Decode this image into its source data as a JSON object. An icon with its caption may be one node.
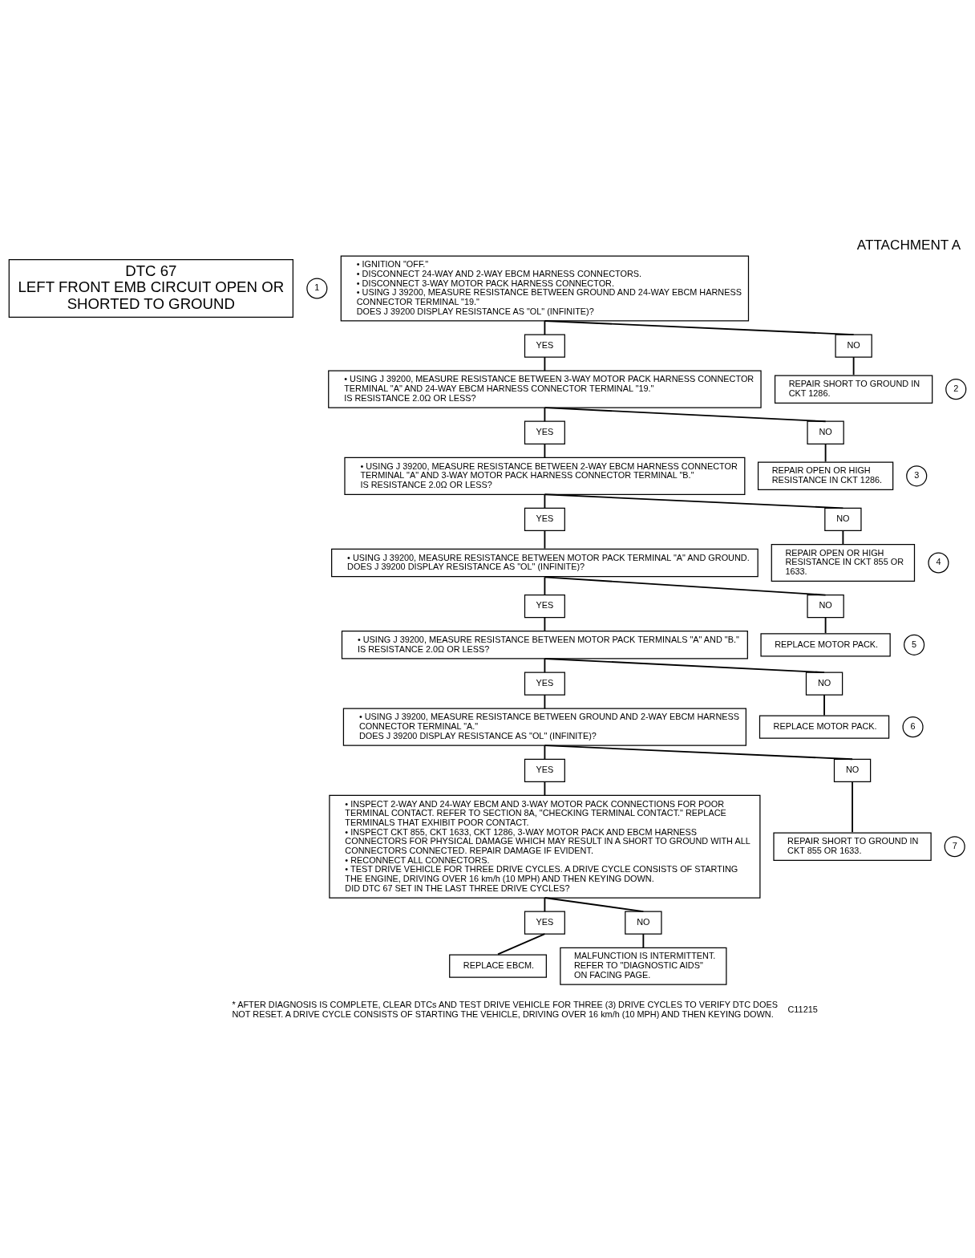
{
  "diagram": {
    "title": "ATTACHMENT A",
    "nodes": [
      {
        "text": [
          "DTC 67",
          "LEFT FRONT EMB CIRCUIT OPEN OR SHORTED TO GROUND"
        ]
      },
      {
        "text": [
          "1"
        ]
      },
      {
        "text": [
          "• IGNITION \"OFF.\"",
          "• DISCONNECT 24-WAY AND 2-WAY EBCM HARNESS CONNECTORS.",
          "• DISCONNECT 3-WAY MOTOR PACK HARNESS CONNECTOR.",
          "• USING J 39200, MEASURE RESISTANCE BETWEEN GROUND AND 24-WAY EBCM HARNESS CONNECTOR TERMINAL \"19.\"",
          "DOES J 39200 DISPLAY RESISTANCE AS \"OL\" (INFINITE)?"
        ]
      },
      {
        "text": [
          "YES"
        ]
      },
      {
        "text": [
          "NO"
        ]
      },
      {
        "text": [
          "2"
        ]
      },
      {
        "text": [
          "• USING J 39200, MEASURE RESISTANCE BETWEEN 3-WAY MOTOR PACK HARNESS CONNECTOR TERMINAL \"A\" AND 24-WAY EBCM HARNESS CONNECTOR TERMINAL \"19.\"",
          "IS RESISTANCE 2.0Ω OR LESS?"
        ]
      },
      {
        "text": [
          "REPAIR SHORT TO GROUND IN CKT 1286."
        ]
      },
      {
        "text": [
          "YES"
        ]
      },
      {
        "text": [
          "NO"
        ]
      },
      {
        "text": [
          "3"
        ]
      },
      {
        "text": [
          "• USING J 39200, MEASURE RESISTANCE BETWEEN 2-WAY EBCM HARNESS CONNECTOR TERMINAL \"A\" AND 3-WAY MOTOR PACK HARNESS CONNECTOR TERMINAL \"B.\"",
          "IS RESISTANCE 2.0Ω OR LESS?"
        ]
      },
      {
        "text": [
          "REPAIR OPEN OR HIGH RESISTANCE IN CKT 1286."
        ]
      },
      {
        "text": [
          "YES"
        ]
      },
      {
        "text": [
          "NO"
        ]
      },
      {
        "text": [
          "4"
        ]
      },
      {
        "text": [
          "• USING J 39200, MEASURE RESISTANCE BETWEEN MOTOR PACK TERMINAL \"A\" AND GROUND.",
          "DOES J 39200 DISPLAY RESISTANCE AS \"OL\" (INFINITE)?"
        ]
      },
      {
        "text": [
          "REPAIR OPEN OR HIGH RESISTANCE IN CKT 855 OR 1633."
        ]
      },
      {
        "text": [
          "YES"
        ]
      },
      {
        "text": [
          "NO"
        ]
      },
      {
        "text": [
          "5"
        ]
      },
      {
        "text": [
          "• USING J 39200, MEASURE RESISTANCE BETWEEN MOTOR PACK TERMINALS \"A\" AND \"B.\"",
          "IS RESISTANCE 2.0Ω OR LESS?"
        ]
      },
      {
        "text": [
          "REPLACE MOTOR PACK."
        ]
      },
      {
        "text": [
          "YES"
        ]
      },
      {
        "text": [
          "NO"
        ]
      },
      {
        "text": [
          "6"
        ]
      },
      {
        "text": [
          "• USING J 39200, MEASURE RESISTANCE BETWEEN GROUND AND 2-WAY EBCM HARNESS CONNECTOR TERMINAL \"A.\"",
          "DOES J 39200 DISPLAY RESISTANCE AS \"OL\" (INFINITE)?"
        ]
      },
      {
        "text": [
          "REPLACE MOTOR PACK."
        ]
      },
      {
        "text": [
          "YES"
        ]
      },
      {
        "text": [
          "NO"
        ]
      },
      {
        "text": [
          "7"
        ]
      },
      {
        "text": [
          "• INSPECT 2-WAY AND 24-WAY EBCM AND 3-WAY MOTOR PACK CONNECTIONS FOR POOR TERMINAL CONTACT. REFER TO SECTION 8A, \"CHECKING TERMINAL CONTACT.\" REPLACE TERMINALS THAT EXHIBIT POOR CONTACT.",
          "• INSPECT CKT 855, CKT 1633, CKT 1286, 3-WAY MOTOR PACK AND EBCM HARNESS CONNECTORS FOR PHYSICAL DAMAGE WHICH MAY RESULT IN A SHORT TO GROUND WITH ALL CONNECTORS CONNECTED. REPAIR DAMAGE IF EVIDENT.",
          "• RECONNECT ALL CONNECTORS.",
          "• TEST DRIVE VEHICLE FOR THREE DRIVE CYCLES. A DRIVE CYCLE CONSISTS OF STARTING THE ENGINE, DRIVING OVER 16 km/h (10 MPH) AND THEN KEYING DOWN.",
          "DID DTC 67 SET IN THE LAST THREE DRIVE CYCLES?"
        ]
      },
      {
        "text": [
          "REPAIR SHORT TO GROUND IN CKT 855 OR 1633."
        ]
      },
      {
        "text": [
          "YES"
        ]
      },
      {
        "text": [
          "NO"
        ]
      },
      {
        "text": [
          "REPLACE EBCM."
        ]
      },
      {
        "text": [
          "MALFUNCTION IS INTERMITTENT. REFER TO \"DIAGNOSTIC AIDS\" ON FACING PAGE."
        ]
      }
    ],
    "edges": [
      {
        "from": 2,
        "to": 3,
        "arrow": "none"
      },
      {
        "from": 2,
        "to": 4,
        "arrow": "none"
      },
      {
        "from": 3,
        "to": 6,
        "arrow": "none"
      },
      {
        "from": 4,
        "to": 7,
        "arrow": "none"
      },
      {
        "from": 6,
        "to": 8,
        "arrow": "none"
      },
      {
        "from": 6,
        "to": 9,
        "arrow": "none"
      },
      {
        "from": 8,
        "to": 11,
        "arrow": "none"
      },
      {
        "from": 9,
        "to": 12,
        "arrow": "none"
      },
      {
        "from": 11,
        "to": 13,
        "arrow": "none"
      },
      {
        "from": 11,
        "to": 14,
        "arrow": "none"
      },
      {
        "from": 13,
        "to": 16,
        "arrow": "none"
      },
      {
        "from": 14,
        "to": 17,
        "arrow": "none"
      },
      {
        "from": 16,
        "to": 18,
        "arrow": "none"
      },
      {
        "from": 16,
        "to": 19,
        "arrow": "none"
      },
      {
        "from": 18,
        "to": 21,
        "arrow": "none"
      },
      {
        "from": 19,
        "to": 22,
        "arrow": "none"
      },
      {
        "from": 21,
        "to": 23,
        "arrow": "none"
      },
      {
        "from": 21,
        "to": 24,
        "arrow": "none"
      },
      {
        "from": 23,
        "to": 26,
        "arrow": "none"
      },
      {
        "from": 24,
        "to": 27,
        "arrow": "none"
      },
      {
        "from": 26,
        "to": 28,
        "arrow": "none"
      },
      {
        "from": 26,
        "to": 29,
        "arrow": "none"
      },
      {
        "from": 28,
        "to": 31,
        "arrow": "none"
      },
      {
        "from": 29,
        "to": 32,
        "arrow": "none"
      },
      {
        "from": 31,
        "to": 33,
        "arrow": "none"
      },
      {
        "from": 31,
        "to": 34,
        "arrow": "none"
      },
      {
        "from": 33,
        "to": 35,
        "arrow": "none"
      },
      {
        "from": 34,
        "to": 36,
        "arrow": "none"
      }
    ],
    "labels": [
      "* AFTER DIAGNOSIS IS COMPLETE, CLEAR DTCs AND TEST DRIVE VEHICLE FOR THREE (3) DRIVE CYCLES TO VERIFY DTC DOES NOT RESET. A DRIVE CYCLE CONSISTS OF STARTING THE VEHICLE, DRIVING OVER 16 km/h (10 MPH) AND THEN KEYING DOWN.",
      "C11215"
    ]
  }
}
